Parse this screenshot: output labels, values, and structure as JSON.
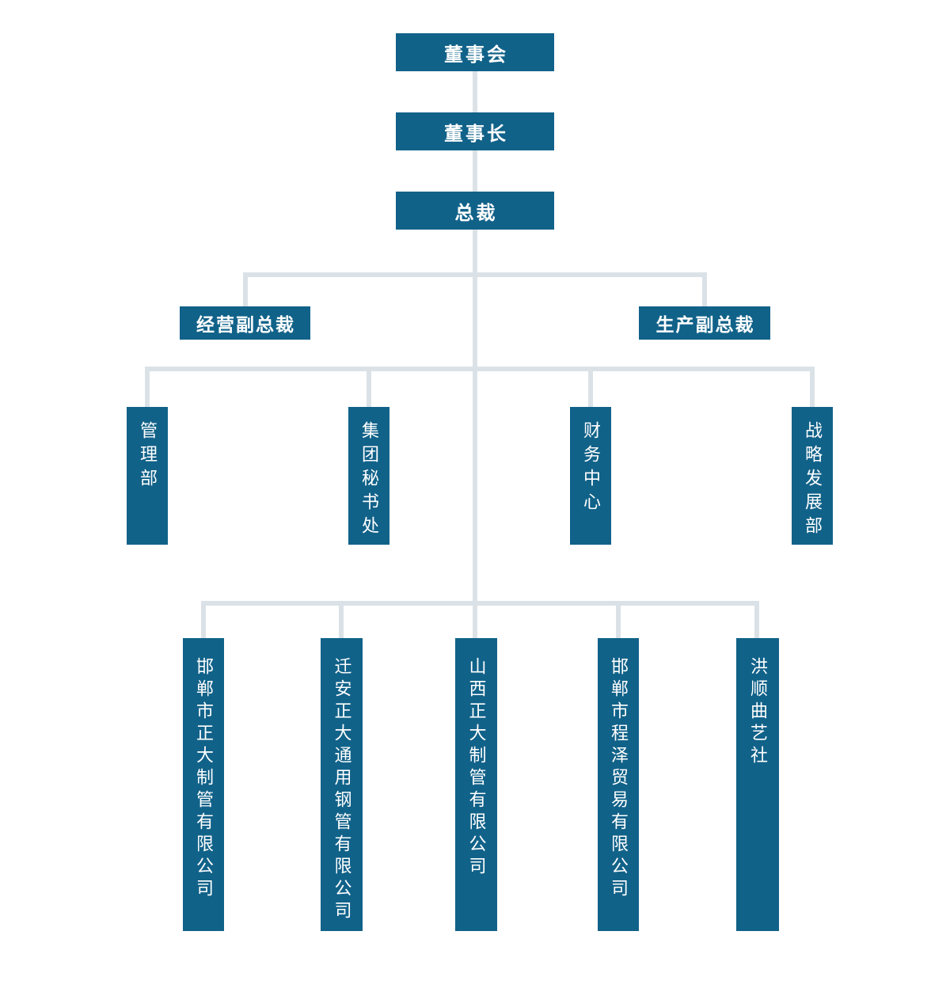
{
  "chart_title": "",
  "colors": {
    "node_fill": "#116289",
    "node_text": "#ffffff",
    "connector": "#dbe2e7",
    "background": "#ffffff"
  },
  "nodes": {
    "board": {
      "label": "董事会"
    },
    "chairman": {
      "label": "董事长"
    },
    "president": {
      "label": "总裁"
    },
    "vp_operations": {
      "label": "经营副总裁"
    },
    "vp_production": {
      "label": "生产副总裁"
    },
    "dept_management": {
      "label": "管理部"
    },
    "dept_group_secretariat": {
      "label": "集团秘书处"
    },
    "dept_finance_center": {
      "label": "财务中心"
    },
    "dept_strategy_development": {
      "label": "战略发展部"
    },
    "sub_handan_zhengda_pipe": {
      "label": "邯郸市正大制管有限公司"
    },
    "sub_qianan_zhengda_steel_pipe": {
      "label": "迁安正大通用钢管有限公司"
    },
    "sub_shanxi_zhengda_pipe": {
      "label": "山西正大制管有限公司"
    },
    "sub_handan_chengze_trading": {
      "label": "邯郸市程泽贸易有限公司"
    },
    "sub_hongshun_quyi_club": {
      "label": "洪顺曲艺社"
    }
  },
  "hierarchy": {
    "root": "董事会",
    "edges": [
      [
        "董事会",
        "董事长"
      ],
      [
        "董事长",
        "总裁"
      ],
      [
        "总裁",
        "经营副总裁"
      ],
      [
        "总裁",
        "生产副总裁"
      ],
      [
        "总裁",
        "管理部"
      ],
      [
        "总裁",
        "集团秘书处"
      ],
      [
        "总裁",
        "财务中心"
      ],
      [
        "总裁",
        "战略发展部"
      ],
      [
        "总裁",
        "邯郸市正大制管有限公司"
      ],
      [
        "总裁",
        "迁安正大通用钢管有限公司"
      ],
      [
        "总裁",
        "山西正大制管有限公司"
      ],
      [
        "总裁",
        "邯郸市程泽贸易有限公司"
      ],
      [
        "总裁",
        "洪顺曲艺社"
      ]
    ]
  }
}
